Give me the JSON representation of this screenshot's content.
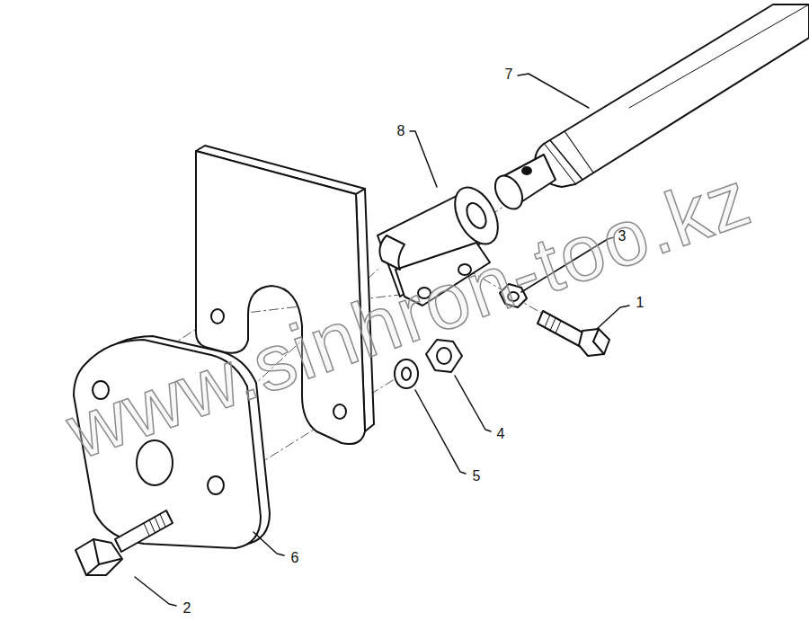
{
  "diagram": {
    "labels": [
      "7",
      "8",
      "3",
      "1",
      "4",
      "5",
      "6",
      "2",
      "www.sinhron-too.kz"
    ]
  }
}
